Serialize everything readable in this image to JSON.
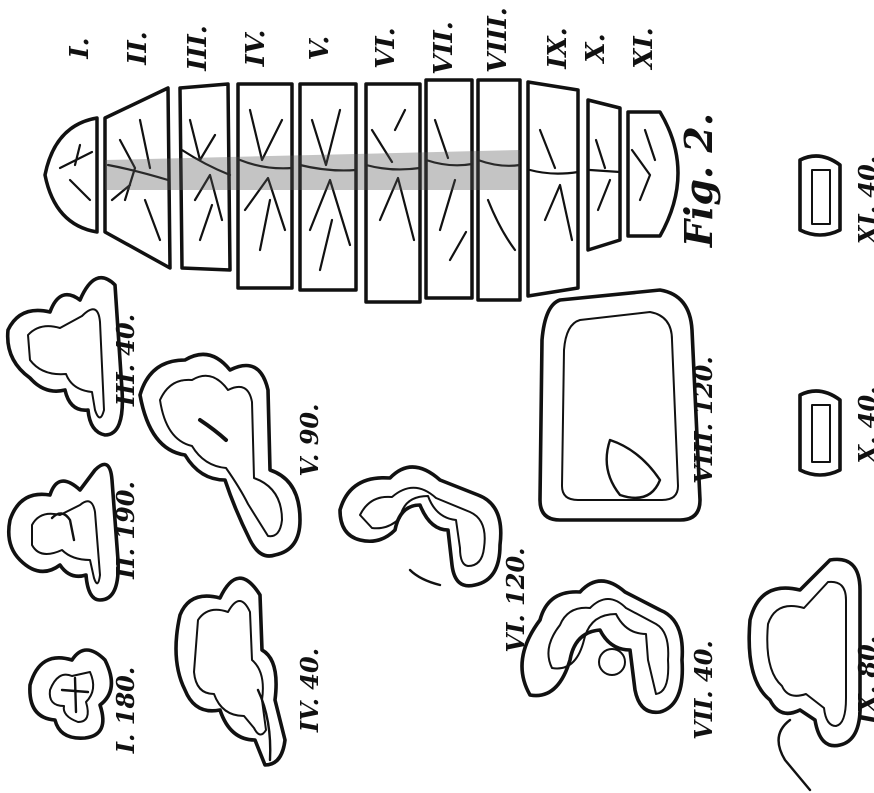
{
  "figure_label": "Fig. 2.",
  "ink_color": "#111111",
  "paper_color": "#ffffff",
  "segment_numerals": [
    "I.",
    "II.",
    "III.",
    "IV.",
    "V.",
    "VI.",
    "VII.",
    "VIII.",
    "IX.",
    "X.",
    "XI."
  ],
  "sections": [
    {
      "id": "I",
      "caption": "I. 180."
    },
    {
      "id": "II",
      "caption": "II. 190."
    },
    {
      "id": "III",
      "caption": "III. 40."
    },
    {
      "id": "IV",
      "caption": "IV. 40."
    },
    {
      "id": "V",
      "caption": "V. 90."
    },
    {
      "id": "VI",
      "caption": "VI. 120."
    },
    {
      "id": "VII",
      "caption": "VII. 40."
    },
    {
      "id": "VIII",
      "caption": "VIII. 120."
    },
    {
      "id": "IX",
      "caption": "IX. 80."
    },
    {
      "id": "X",
      "caption": "X. 40."
    },
    {
      "id": "XI",
      "caption": "XI. 40."
    }
  ]
}
